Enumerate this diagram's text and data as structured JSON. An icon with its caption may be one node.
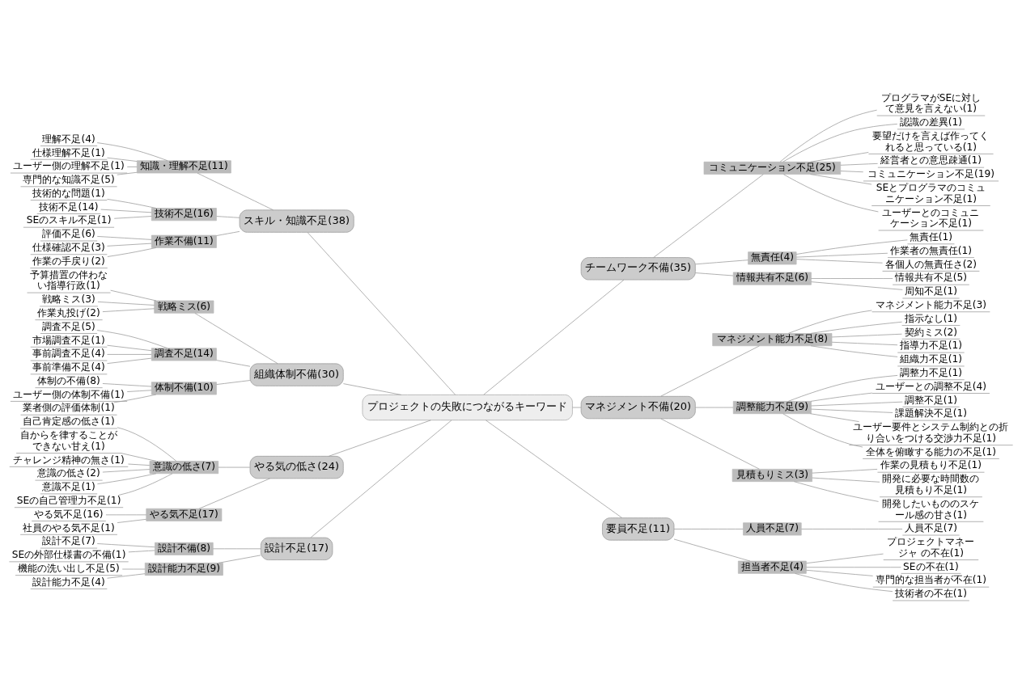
{
  "diagram": {
    "nodes": [
      {
        "text": [
          "プロジェクトの失敗につながるキーワード"
        ]
      },
      {
        "text": [
          "スキル・知識不足(38)"
        ]
      },
      {
        "text": [
          "知識・理解不足(11)"
        ]
      },
      {
        "text": [
          "理解不足(4)"
        ]
      },
      {
        "text": [
          "仕様理解不足(1)"
        ]
      },
      {
        "text": [
          "ユーザー側の理解不足(1)"
        ]
      },
      {
        "text": [
          "専門的な知識不足(5)"
        ]
      },
      {
        "text": [
          "技術不足(16)"
        ]
      },
      {
        "text": [
          "技術的な問題(1)"
        ]
      },
      {
        "text": [
          "技術不足(14)"
        ]
      },
      {
        "text": [
          "SEのスキル不足(1)"
        ]
      },
      {
        "text": [
          "作業不備(11)"
        ]
      },
      {
        "text": [
          "評価不足(6)"
        ]
      },
      {
        "text": [
          "仕様確認不足(3)"
        ]
      },
      {
        "text": [
          "作業の手戻り(2)"
        ]
      },
      {
        "text": [
          "組織体制不備(30)"
        ]
      },
      {
        "text": [
          "戦略ミス(6)"
        ]
      },
      {
        "text": [
          "予算措置の伴わない指導行政(1)"
        ]
      },
      {
        "text": [
          "戦略ミス(3)"
        ]
      },
      {
        "text": [
          "作業丸投げ(2)"
        ]
      },
      {
        "text": [
          "調査不足(14)"
        ]
      },
      {
        "text": [
          "調査不足(5)"
        ]
      },
      {
        "text": [
          "市場調査不足(1)"
        ]
      },
      {
        "text": [
          "事前調査不足(4)"
        ]
      },
      {
        "text": [
          "事前準備不足(4)"
        ]
      },
      {
        "text": [
          "体制不備(10)"
        ]
      },
      {
        "text": [
          "体制の不備(8)"
        ]
      },
      {
        "text": [
          "ユーザー側の体制不備(1)"
        ]
      },
      {
        "text": [
          "業者側の評価体制(1)"
        ]
      },
      {
        "text": [
          "やる気の低さ(24)"
        ]
      },
      {
        "text": [
          "意識の低さ(7)"
        ]
      },
      {
        "text": [
          "自己肯定感の低さ(1)"
        ]
      },
      {
        "text": [
          "自からを律することができない甘え(1)"
        ]
      },
      {
        "text": [
          "チャレンジ精神の無さ(1)"
        ]
      },
      {
        "text": [
          "意識の低さ(2)"
        ]
      },
      {
        "text": [
          "意識不足(1)"
        ]
      },
      {
        "text": [
          "SEの自己管理力不足(1)"
        ]
      },
      {
        "text": [
          "やる気不足(17)"
        ]
      },
      {
        "text": [
          "やる気不足(16)"
        ]
      },
      {
        "text": [
          "社員のやる気不足(1)"
        ]
      },
      {
        "text": [
          "設計不足(17)"
        ]
      },
      {
        "text": [
          "設計不備(8)"
        ]
      },
      {
        "text": [
          "設計不足(7)"
        ]
      },
      {
        "text": [
          "SEの外部仕様書の不備(1)"
        ]
      },
      {
        "text": [
          "設計能力不足(9)"
        ]
      },
      {
        "text": [
          "機能の洗い出し不足(5)"
        ]
      },
      {
        "text": [
          "設計能力不足(4)"
        ]
      },
      {
        "text": [
          "チームワーク不備(35)"
        ]
      },
      {
        "text": [
          "コミュニケーション不足(25)"
        ]
      },
      {
        "text": [
          "プログラマがSEに対して意見を言えない(1)"
        ]
      },
      {
        "text": [
          "認識の差異(1)"
        ]
      },
      {
        "text": [
          "要望だけを言えば作ってくれると思っている(1)"
        ]
      },
      {
        "text": [
          "経営者との意思疎通(1)"
        ]
      },
      {
        "text": [
          "コミュニケーション不足(19)"
        ]
      },
      {
        "text": [
          "SEとプログラマのコミュニケーション不足(1)"
        ]
      },
      {
        "text": [
          "ユーザーとのコミュニケーション不足(1)"
        ]
      },
      {
        "text": [
          "無責任(4)"
        ]
      },
      {
        "text": [
          "無責任(1)"
        ]
      },
      {
        "text": [
          "作業者の無責任(1)"
        ]
      },
      {
        "text": [
          "各個人の無責任さ(2)"
        ]
      },
      {
        "text": [
          "情報共有不足(6)"
        ]
      },
      {
        "text": [
          "情報共有不足(5)"
        ]
      },
      {
        "text": [
          "周知不足(1)"
        ]
      },
      {
        "text": [
          "マネジメント不備(20)"
        ]
      },
      {
        "text": [
          "マネジメント能力不足(8)"
        ]
      },
      {
        "text": [
          "マネジメント能力不足(3)"
        ]
      },
      {
        "text": [
          "指示なし(1)"
        ]
      },
      {
        "text": [
          "契約ミス(2)"
        ]
      },
      {
        "text": [
          "指導力不足(1)"
        ]
      },
      {
        "text": [
          "組織力不足(1)"
        ]
      },
      {
        "text": [
          "調整能力不足(9)"
        ]
      },
      {
        "text": [
          "調整力不足(1)"
        ]
      },
      {
        "text": [
          "ユーザーとの調整不足(4)"
        ]
      },
      {
        "text": [
          "調整不足(1)"
        ]
      },
      {
        "text": [
          "課題解決不足(1)"
        ]
      },
      {
        "text": [
          "ユーザー要件とシステム制約との折り合いをつける交渉力不足(1)"
        ]
      },
      {
        "text": [
          "全体を俯瞰する能力の不足(1)"
        ]
      },
      {
        "text": [
          "見積もりミス(3)"
        ]
      },
      {
        "text": [
          "作業の見積もり不足(1)"
        ]
      },
      {
        "text": [
          "開発に必要な時間数の見積もり不足(1)"
        ]
      },
      {
        "text": [
          "開発したいもののスケール感の甘さ(1)"
        ]
      },
      {
        "text": [
          "要員不足(11)"
        ]
      },
      {
        "text": [
          "人員不足(7)"
        ]
      },
      {
        "text": [
          "人員不足(7)"
        ]
      },
      {
        "text": [
          "担当者不足(4)"
        ]
      },
      {
        "text": [
          "プロジェクトマネージャ の不在(1)"
        ]
      },
      {
        "text": [
          "SEの不在(1)"
        ]
      },
      {
        "text": [
          "専門的な担当者が不在(1)"
        ]
      },
      {
        "text": [
          "技術者の不在(1)"
        ]
      }
    ],
    "edges": [
      {
        "from": 0,
        "to": 1,
        "arrow": "none"
      },
      {
        "from": 1,
        "to": 2,
        "arrow": "none"
      },
      {
        "from": 2,
        "to": 3,
        "arrow": "none"
      },
      {
        "from": 2,
        "to": 4,
        "arrow": "none"
      },
      {
        "from": 2,
        "to": 5,
        "arrow": "none"
      },
      {
        "from": 2,
        "to": 6,
        "arrow": "none"
      },
      {
        "from": 1,
        "to": 7,
        "arrow": "none"
      },
      {
        "from": 7,
        "to": 8,
        "arrow": "none"
      },
      {
        "from": 7,
        "to": 9,
        "arrow": "none"
      },
      {
        "from": 7,
        "to": 10,
        "arrow": "none"
      },
      {
        "from": 1,
        "to": 11,
        "arrow": "none"
      },
      {
        "from": 11,
        "to": 12,
        "arrow": "none"
      },
      {
        "from": 11,
        "to": 13,
        "arrow": "none"
      },
      {
        "from": 11,
        "to": 14,
        "arrow": "none"
      },
      {
        "from": 0,
        "to": 15,
        "arrow": "none"
      },
      {
        "from": 15,
        "to": 16,
        "arrow": "none"
      },
      {
        "from": 16,
        "to": 17,
        "arrow": "none"
      },
      {
        "from": 16,
        "to": 18,
        "arrow": "none"
      },
      {
        "from": 16,
        "to": 19,
        "arrow": "none"
      },
      {
        "from": 15,
        "to": 20,
        "arrow": "none"
      },
      {
        "from": 20,
        "to": 21,
        "arrow": "none"
      },
      {
        "from": 20,
        "to": 22,
        "arrow": "none"
      },
      {
        "from": 20,
        "to": 23,
        "arrow": "none"
      },
      {
        "from": 20,
        "to": 24,
        "arrow": "none"
      },
      {
        "from": 15,
        "to": 25,
        "arrow": "none"
      },
      {
        "from": 25,
        "to": 26,
        "arrow": "none"
      },
      {
        "from": 25,
        "to": 27,
        "arrow": "none"
      },
      {
        "from": 25,
        "to": 28,
        "arrow": "none"
      },
      {
        "from": 0,
        "to": 29,
        "arrow": "none"
      },
      {
        "from": 29,
        "to": 30,
        "arrow": "none"
      },
      {
        "from": 30,
        "to": 31,
        "arrow": "none"
      },
      {
        "from": 30,
        "to": 32,
        "arrow": "none"
      },
      {
        "from": 30,
        "to": 33,
        "arrow": "none"
      },
      {
        "from": 30,
        "to": 34,
        "arrow": "none"
      },
      {
        "from": 30,
        "to": 35,
        "arrow": "none"
      },
      {
        "from": 30,
        "to": 36,
        "arrow": "none"
      },
      {
        "from": 29,
        "to": 37,
        "arrow": "none"
      },
      {
        "from": 37,
        "to": 38,
        "arrow": "none"
      },
      {
        "from": 37,
        "to": 39,
        "arrow": "none"
      },
      {
        "from": 0,
        "to": 40,
        "arrow": "none"
      },
      {
        "from": 40,
        "to": 41,
        "arrow": "none"
      },
      {
        "from": 41,
        "to": 42,
        "arrow": "none"
      },
      {
        "from": 41,
        "to": 43,
        "arrow": "none"
      },
      {
        "from": 40,
        "to": 44,
        "arrow": "none"
      },
      {
        "from": 44,
        "to": 45,
        "arrow": "none"
      },
      {
        "from": 44,
        "to": 46,
        "arrow": "none"
      },
      {
        "from": 0,
        "to": 47,
        "arrow": "none"
      },
      {
        "from": 47,
        "to": 48,
        "arrow": "none"
      },
      {
        "from": 48,
        "to": 49,
        "arrow": "none"
      },
      {
        "from": 48,
        "to": 50,
        "arrow": "none"
      },
      {
        "from": 48,
        "to": 51,
        "arrow": "none"
      },
      {
        "from": 48,
        "to": 52,
        "arrow": "none"
      },
      {
        "from": 48,
        "to": 53,
        "arrow": "none"
      },
      {
        "from": 48,
        "to": 54,
        "arrow": "none"
      },
      {
        "from": 48,
        "to": 55,
        "arrow": "none"
      },
      {
        "from": 47,
        "to": 56,
        "arrow": "none"
      },
      {
        "from": 56,
        "to": 57,
        "arrow": "none"
      },
      {
        "from": 56,
        "to": 58,
        "arrow": "none"
      },
      {
        "from": 56,
        "to": 59,
        "arrow": "none"
      },
      {
        "from": 47,
        "to": 60,
        "arrow": "none"
      },
      {
        "from": 60,
        "to": 61,
        "arrow": "none"
      },
      {
        "from": 60,
        "to": 62,
        "arrow": "none"
      },
      {
        "from": 0,
        "to": 63,
        "arrow": "none"
      },
      {
        "from": 63,
        "to": 64,
        "arrow": "none"
      },
      {
        "from": 64,
        "to": 65,
        "arrow": "none"
      },
      {
        "from": 64,
        "to": 66,
        "arrow": "none"
      },
      {
        "from": 64,
        "to": 67,
        "arrow": "none"
      },
      {
        "from": 64,
        "to": 68,
        "arrow": "none"
      },
      {
        "from": 64,
        "to": 69,
        "arrow": "none"
      },
      {
        "from": 63,
        "to": 70,
        "arrow": "none"
      },
      {
        "from": 70,
        "to": 71,
        "arrow": "none"
      },
      {
        "from": 70,
        "to": 72,
        "arrow": "none"
      },
      {
        "from": 70,
        "to": 73,
        "arrow": "none"
      },
      {
        "from": 70,
        "to": 74,
        "arrow": "none"
      },
      {
        "from": 70,
        "to": 75,
        "arrow": "none"
      },
      {
        "from": 70,
        "to": 76,
        "arrow": "none"
      },
      {
        "from": 63,
        "to": 77,
        "arrow": "none"
      },
      {
        "from": 77,
        "to": 78,
        "arrow": "none"
      },
      {
        "from": 77,
        "to": 79,
        "arrow": "none"
      },
      {
        "from": 77,
        "to": 80,
        "arrow": "none"
      },
      {
        "from": 0,
        "to": 81,
        "arrow": "none"
      },
      {
        "from": 81,
        "to": 82,
        "arrow": "none"
      },
      {
        "from": 82,
        "to": 83,
        "arrow": "none"
      },
      {
        "from": 81,
        "to": 84,
        "arrow": "none"
      },
      {
        "from": 84,
        "to": 85,
        "arrow": "none"
      },
      {
        "from": 84,
        "to": 86,
        "arrow": "none"
      },
      {
        "from": 84,
        "to": 87,
        "arrow": "none"
      },
      {
        "from": 84,
        "to": 88,
        "arrow": "none"
      }
    ]
  }
}
